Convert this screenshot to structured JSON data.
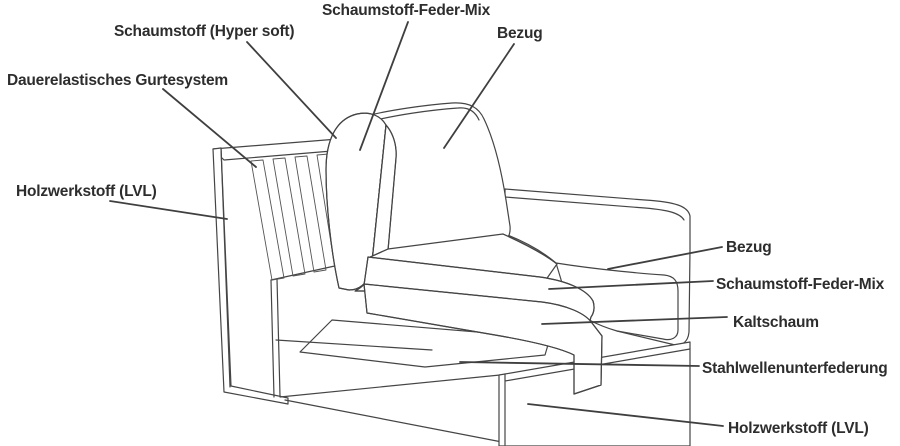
{
  "diagram": {
    "type": "sofa-construction-cutaway",
    "colors": {
      "background": "#ffffff",
      "line": "#3f3f3f",
      "text": "#2d2d2d"
    },
    "labels": [
      {
        "id": "schaumstoff-feder-mix-top",
        "text": "Schaumstoff-Feder-Mix"
      },
      {
        "id": "schaumstoff-hyper-soft",
        "text": "Schaumstoff (Hyper soft)"
      },
      {
        "id": "bezug-top",
        "text": "Bezug"
      },
      {
        "id": "dauerelastisches-gurtesystem",
        "text": "Dauerelastisches Gurtesystem"
      },
      {
        "id": "holzwerkstoff-lvl-left",
        "text": "Holzwerkstoff (LVL)"
      },
      {
        "id": "bezug-right",
        "text": "Bezug"
      },
      {
        "id": "schaumstoff-feder-mix-right",
        "text": "Schaumstoff-Feder-Mix"
      },
      {
        "id": "kaltschaum",
        "text": "Kaltschaum"
      },
      {
        "id": "stahlwellenunterfederung",
        "text": "Stahlwellenunterfederung"
      },
      {
        "id": "holzwerkstoff-lvl-bottom",
        "text": "Holzwerkstoff (LVL)"
      }
    ]
  }
}
